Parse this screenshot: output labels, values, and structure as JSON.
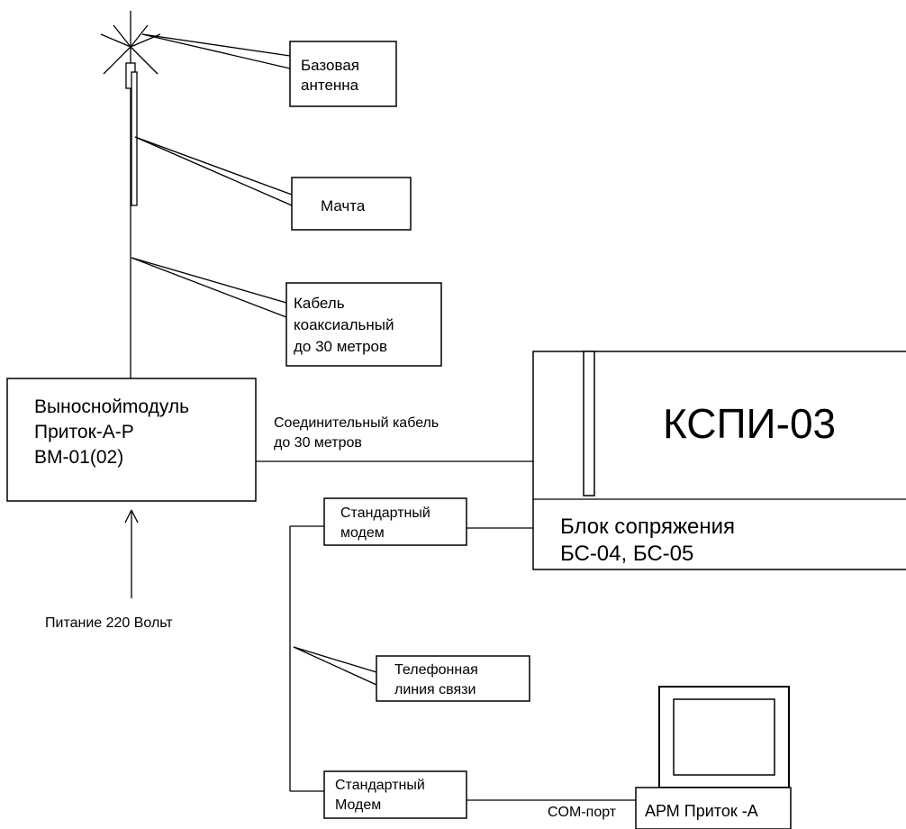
{
  "labels": {
    "base_antenna": [
      "Базовая",
      "антенна"
    ],
    "mast": "Мачта",
    "cable": [
      "Кабель",
      "коаксиальный",
      "до 30 метров"
    ],
    "remote_module": [
      "Выноснойmодуль",
      "Приток-А-Р",
      "ВМ-01(02)"
    ],
    "connecting_cable": [
      "Соединительный кабель",
      "до 30 метров"
    ],
    "kspi": "КСПИ-03",
    "interface_unit": [
      "Блок сопряжения",
      "БС-04, БС-05"
    ],
    "modem_top": [
      "Стандартный",
      "модем"
    ],
    "power": "Питание 220 Вольт",
    "phone_line": [
      "Телефонная",
      "линия связи"
    ],
    "modem_bottom": [
      "Стандартный",
      "Модем"
    ],
    "com_port": "COM-порт",
    "arm": "АРМ Приток -А"
  }
}
